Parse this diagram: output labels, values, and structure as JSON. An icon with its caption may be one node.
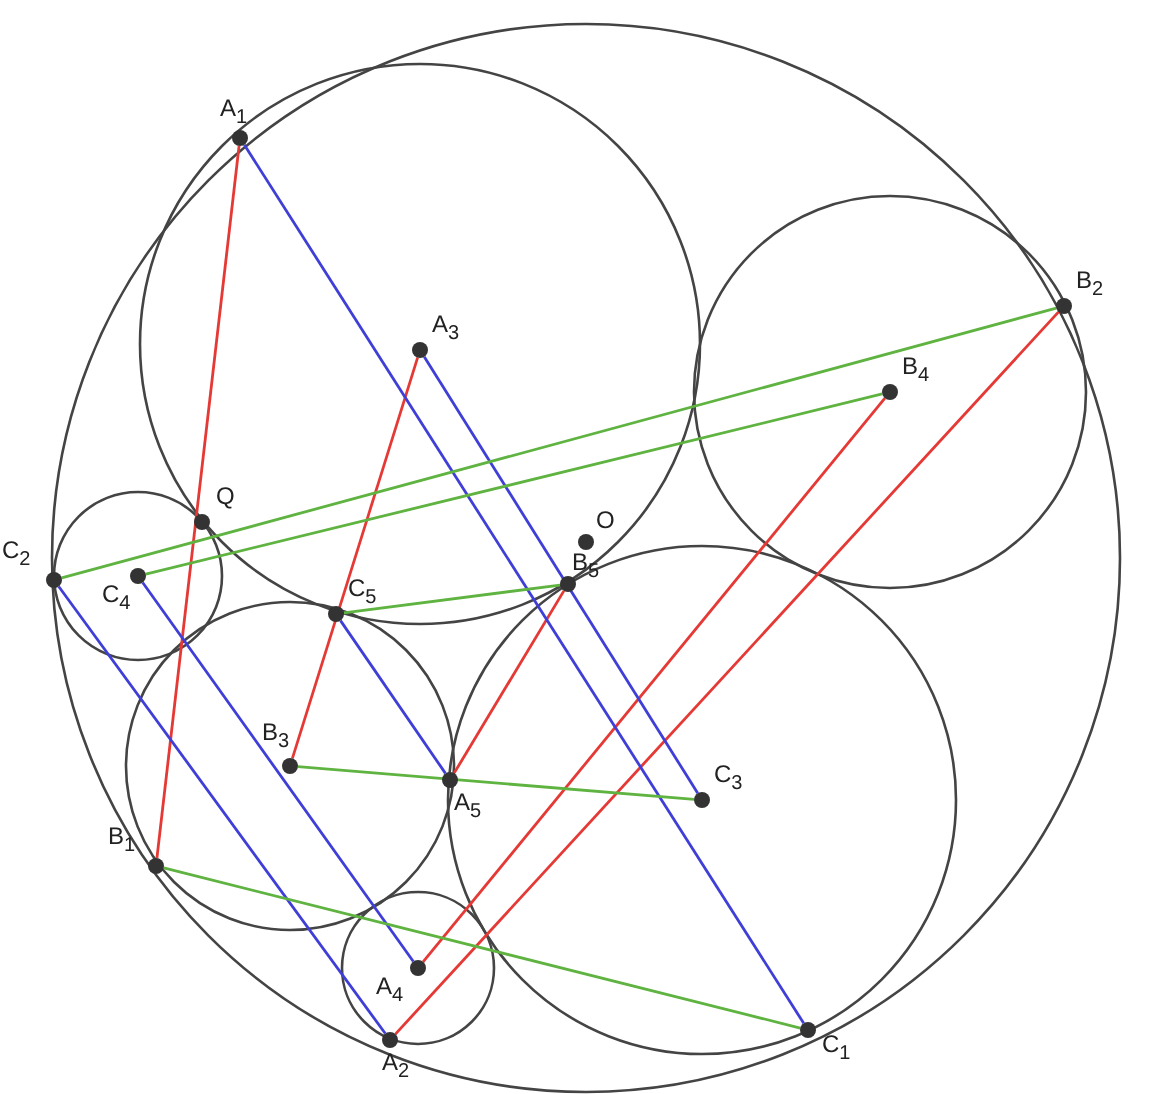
{
  "diagram": {
    "nodes": [
      {
        "text": [
          "A$_{1}$"
        ]
      },
      {
        "text": [
          "A$_{2}$"
        ]
      },
      {
        "text": [
          "A$_{3}$"
        ]
      },
      {
        "text": [
          "A$_{4}$"
        ]
      },
      {
        "text": [
          "A$_{5}$"
        ]
      },
      {
        "text": [
          "B$_{1}$"
        ]
      },
      {
        "text": [
          "B$_{2}$"
        ]
      },
      {
        "text": [
          "B$_{3}$"
        ]
      },
      {
        "text": [
          "B$_{4}$"
        ]
      },
      {
        "text": [
          "B$_{5}$"
        ]
      },
      {
        "text": [
          "C$_{1}$"
        ]
      },
      {
        "text": [
          "C$_{2}$"
        ]
      },
      {
        "text": [
          "C$_{3}$"
        ]
      },
      {
        "text": [
          "C$_{4}$"
        ]
      },
      {
        "text": [
          "C$_{5}$"
        ]
      },
      {
        "text": [
          "Q"
        ]
      },
      {
        "text": [
          "O"
        ]
      }
    ],
    "edges": [
      {
        "from": 0,
        "to": 5,
        "arrow": "none",
        "color": "#e53935"
      },
      {
        "from": 2,
        "to": 7,
        "arrow": "none",
        "color": "#e53935"
      },
      {
        "from": 8,
        "to": 3,
        "arrow": "none",
        "color": "#e53935"
      },
      {
        "from": 6,
        "to": 1,
        "arrow": "none",
        "color": "#e53935"
      },
      {
        "from": 9,
        "to": 4,
        "arrow": "none",
        "color": "#e53935"
      },
      {
        "from": 0,
        "to": 10,
        "arrow": "none",
        "color": "#3f3fd8"
      },
      {
        "from": 2,
        "to": 12,
        "arrow": "none",
        "color": "#3f3fd8"
      },
      {
        "from": 13,
        "to": 3,
        "arrow": "none",
        "color": "#3f3fd8"
      },
      {
        "from": 11,
        "to": 1,
        "arrow": "none",
        "color": "#3f3fd8"
      },
      {
        "from": 14,
        "to": 4,
        "arrow": "none",
        "color": "#3f3fd8"
      },
      {
        "from": 11,
        "to": 6,
        "arrow": "none",
        "color": "#5fb340"
      },
      {
        "from": 13,
        "to": 8,
        "arrow": "none",
        "color": "#5fb340"
      },
      {
        "from": 14,
        "to": 9,
        "arrow": "none",
        "color": "#5fb340"
      },
      {
        "from": 7,
        "to": 12,
        "arrow": "none",
        "color": "#5fb340"
      },
      {
        "from": 5,
        "to": 10,
        "arrow": "none",
        "color": "#5fb340"
      }
    ]
  }
}
